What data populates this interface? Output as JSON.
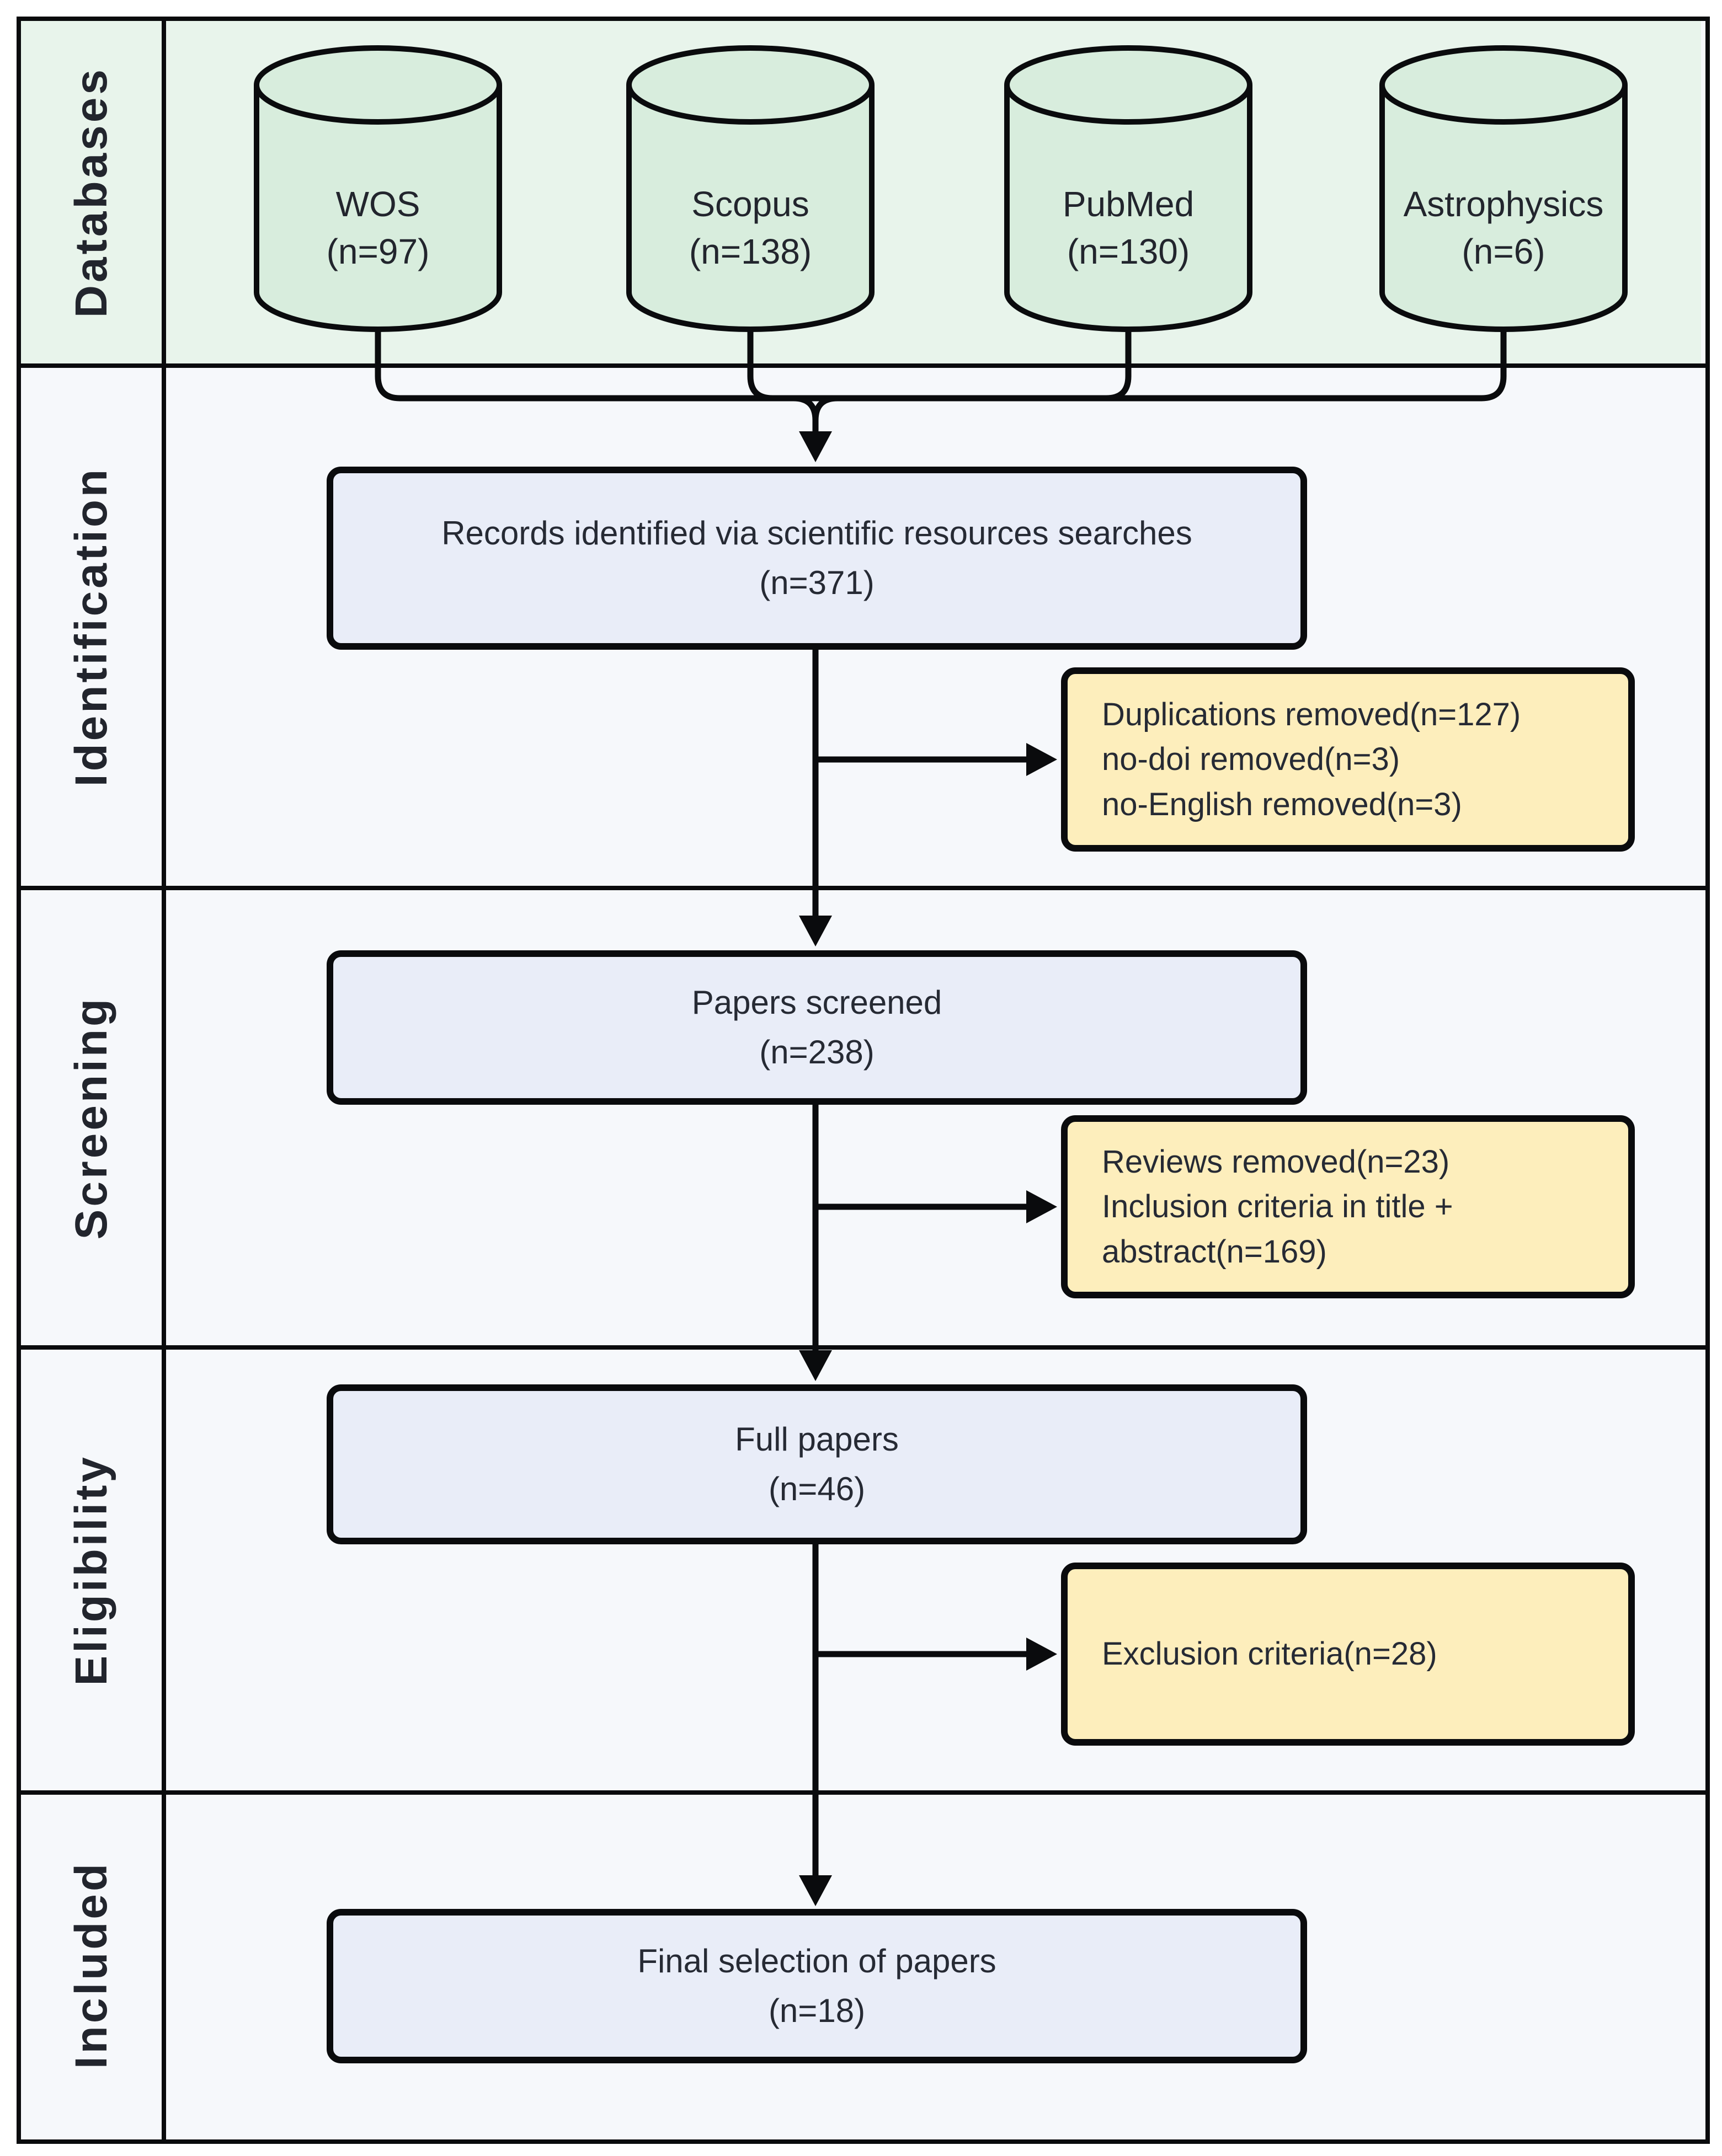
{
  "sidebar": {
    "rows": [
      {
        "label": "Databases"
      },
      {
        "label": "Identification"
      },
      {
        "label": "Screening"
      },
      {
        "label": "Eligibility"
      },
      {
        "label": "Included"
      }
    ]
  },
  "databases": {
    "items": [
      {
        "name": "WOS",
        "count": "(n=97)"
      },
      {
        "name": "Scopus",
        "count": "(n=138)"
      },
      {
        "name": "PubMed",
        "count": "(n=130)"
      },
      {
        "name": "Astrophysics",
        "count": "(n=6)"
      }
    ]
  },
  "flow": {
    "main_boxes": [
      {
        "line1": "Records identified via scientific resources searches",
        "line2": "(n=371)"
      },
      {
        "line1": "Papers screened",
        "line2": "(n=238)"
      },
      {
        "line1": "Full papers",
        "line2": "(n=46)"
      },
      {
        "line1": "Final selection of papers",
        "line2": "(n=18)"
      }
    ],
    "side_boxes": [
      {
        "lines": [
          "Duplications removed(n=127)",
          "no-doi removed(n=3)",
          "no-English removed(n=3)"
        ]
      },
      {
        "lines": [
          "Reviews removed(n=23)",
          "Inclusion criteria in title +",
          "abstract(n=169)"
        ]
      },
      {
        "lines": [
          "Exclusion criteria(n=28)"
        ]
      }
    ]
  },
  "colors": {
    "band_green": "#e8f4eb",
    "cylinder_fill": "#d8eddd",
    "main_box_fill": "#e9edf8",
    "side_box_fill": "#fdeebc",
    "content_bg": "#f6f8fb",
    "line_black": "#0a0b0d",
    "text_dark": "#262a34"
  }
}
